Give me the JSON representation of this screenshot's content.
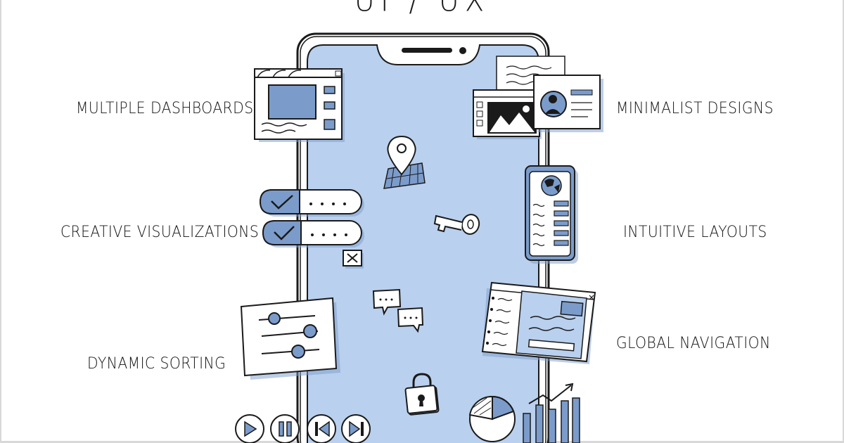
{
  "title": "UI / UX",
  "labels": {
    "multiple_dashboards": "MULTIPLE DASHBOARDS",
    "creative_visualizations": "CREATIVE VISUALIZATIONS",
    "dynamic_sorting": "DYNAMIC SORTING",
    "minimalist_designs": "MINIMALIST DESIGNS",
    "intuitive_layouts": "INTUITIVE LAYOUTS",
    "global_navigation": "GLOBAL NAVIGATION"
  },
  "colors": {
    "accent": "#b9d0ee",
    "accent_dark": "#7b9ccb",
    "ink": "#1a1a1a"
  },
  "icons": [
    "map-pin-icon",
    "key-icon",
    "chat-bubbles-icon",
    "padlock-icon",
    "pie-chart-icon",
    "bar-chart-icon",
    "play-icon",
    "pause-icon",
    "skip-back-icon",
    "skip-forward-icon",
    "close-icon",
    "check-icon",
    "globe-icon",
    "image-icon",
    "profile-icon"
  ]
}
